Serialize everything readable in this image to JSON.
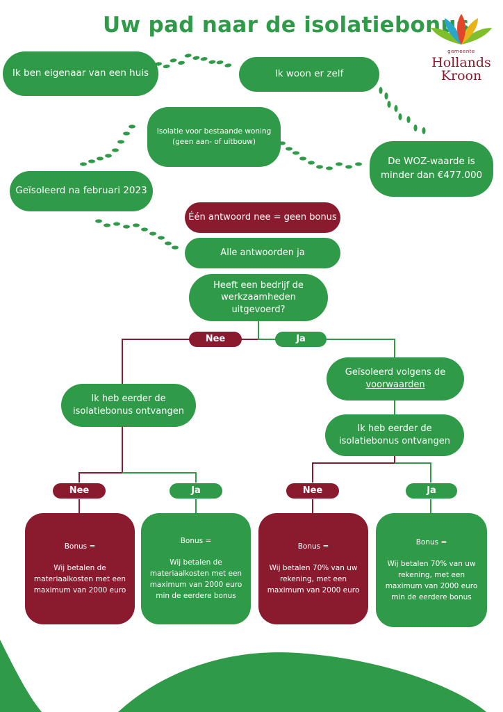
{
  "title": "Uw pad naar de isolatiebonus",
  "logo": {
    "small_text": "gemeente",
    "line1": "Hollands",
    "line2": "Kroon"
  },
  "colors": {
    "green": "#2f9a48",
    "red": "#8a1b2e"
  },
  "steps": {
    "eigenaar": "Ik ben eigenaar van een huis",
    "woon": "Ik woon er zelf",
    "woz": "De WOZ-waarde is\nminder dan €477.000",
    "isolatie": "Isolatie voor bestaande woning\n(geen aan- of uitbouw)",
    "februari": "Geïsoleerd na februari 2023"
  },
  "summary": {
    "nee": "Één antwoord nee = geen bonus",
    "ja": "Alle antwoorden ja"
  },
  "question_bedrijf": "Heeft een bedrijf de\nwerkzaamheden\nuitgevoerd?",
  "labels": {
    "nee": "Nee",
    "ja": "Ja"
  },
  "left_branch": {
    "question": "Ik heb eerder de\nisolatiebonus ontvangen",
    "nee_result": "Bonus =\n\nWij betalen de\nmateriaalkosten met een\nmaximum van 2000 euro",
    "ja_result": "Bonus =\n\nWij betalen de\nmateriaalkosten met een\nmaximum van 2000 euro\nmin de eerdere bonus"
  },
  "right_branch": {
    "voorwaarden_prefix": "Geïsoleerd volgens de",
    "voorwaarden_link": "voorwaarden",
    "question": "Ik heb eerder de\nisolatiebonus ontvangen",
    "nee_result": "Bonus =\n\nWij betalen 70% van uw\nrekening, met een\nmaximum van 2000 euro",
    "ja_result": "Bonus =\n\nWij betalen 70% van uw\nrekening, met een\nmaximum van 2000 euro\nmin de eerdere bonus"
  }
}
